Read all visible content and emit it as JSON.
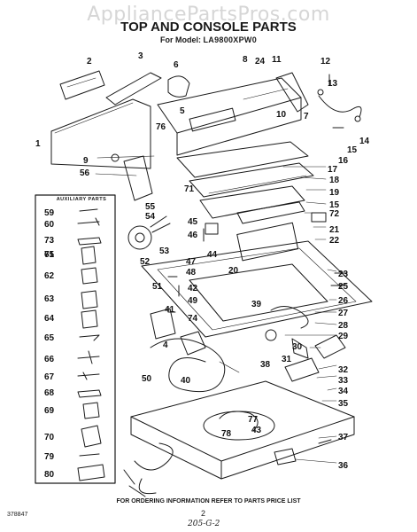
{
  "watermark": "AppliancePartsPros.com",
  "title": "TOP AND CONSOLE PARTS",
  "model_prefix": "For Model:",
  "model_code": "LA9800XPW0",
  "auxiliary_heading": "AUXILIARY PARTS",
  "footer": {
    "ordering_note": "FOR ORDERING INFORMATION REFER TO PARTS PRICE LIST",
    "doc_number": "378847",
    "page_number": "2",
    "handwritten": "205-G-2"
  },
  "callouts": [
    "1",
    "2",
    "3",
    "4",
    "5",
    "6",
    "7",
    "8",
    "9",
    "10",
    "11",
    "12",
    "13",
    "14",
    "15",
    "16",
    "17",
    "18",
    "19",
    "20",
    "21",
    "22",
    "23",
    "24",
    "25",
    "26",
    "27",
    "28",
    "29",
    "30",
    "31",
    "32",
    "33",
    "34",
    "35",
    "36",
    "37",
    "38",
    "39",
    "40",
    "41",
    "42",
    "43",
    "44",
    "45",
    "46",
    "47",
    "48",
    "49",
    "50",
    "51",
    "52",
    "53",
    "54",
    "55",
    "56",
    "59",
    "60",
    "61",
    "62",
    "63",
    "64",
    "65",
    "66",
    "67",
    "68",
    "69",
    "70",
    "71",
    "72",
    "73",
    "74",
    "75",
    "76",
    "77",
    "78",
    "79",
    "80"
  ]
}
